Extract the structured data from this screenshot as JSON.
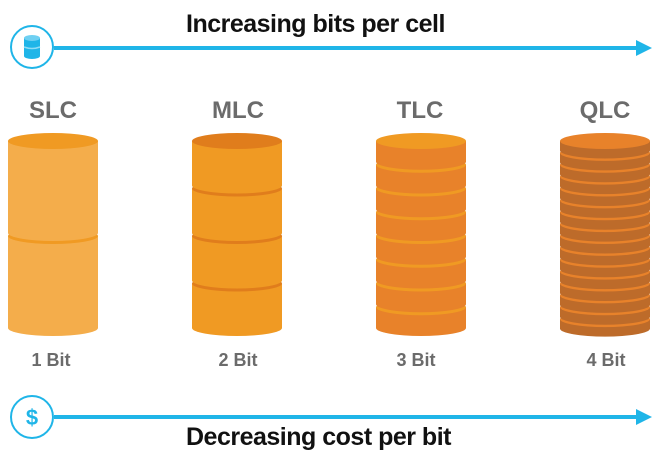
{
  "top_axis": {
    "title": "Increasing bits per cell",
    "icon": "database-icon",
    "color": "#1fb5e8"
  },
  "bottom_axis": {
    "title": "Decreasing cost per bit",
    "icon": "dollar-icon",
    "icon_glyph": "$",
    "color": "#1fb5e8"
  },
  "cells": [
    {
      "type": "SLC",
      "bits": "1 Bit",
      "layers": 2,
      "body": "#f4ad4b",
      "band": "#f09a23",
      "top": "#f09a23"
    },
    {
      "type": "MLC",
      "bits": "2 Bit",
      "layers": 4,
      "body": "#f09a23",
      "band": "#e07d1c",
      "top": "#e07d1c"
    },
    {
      "type": "TLC",
      "bits": "3 Bit",
      "layers": 8,
      "body": "#e8822a",
      "band": "#f09a23",
      "top": "#f09a23"
    },
    {
      "type": "QLC",
      "bits": "4 Bit",
      "layers": 16,
      "body": "#bd6b2a",
      "band": "#e8822a",
      "top": "#e8822a"
    }
  ]
}
